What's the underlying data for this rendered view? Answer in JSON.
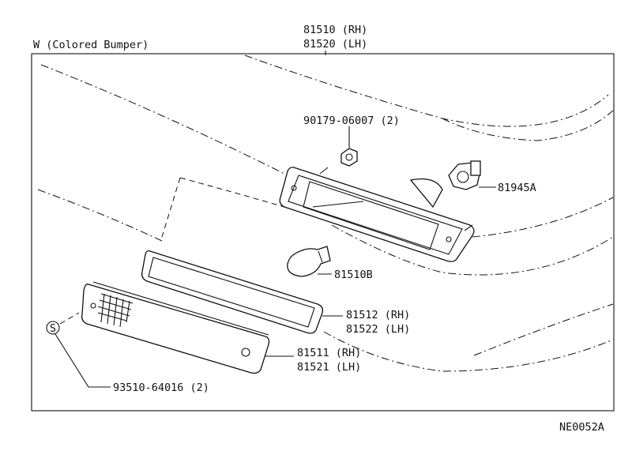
{
  "variant_label": "W (Colored Bumper)",
  "assembly": {
    "rh": "81510 (RH)",
    "lh": "81520 (LH)"
  },
  "nut": "90179-06007 (2)",
  "socket": "81945A",
  "bulb": "81510B",
  "gasket": {
    "rh": "81512 (RH)",
    "lh": "81522 (LH)"
  },
  "lens": {
    "rh": "81511 (RH)",
    "lh": "81521 (LH)"
  },
  "screw": "93510-64016 (2)",
  "screw_marker": "S",
  "diagram_code": "NE0052A"
}
